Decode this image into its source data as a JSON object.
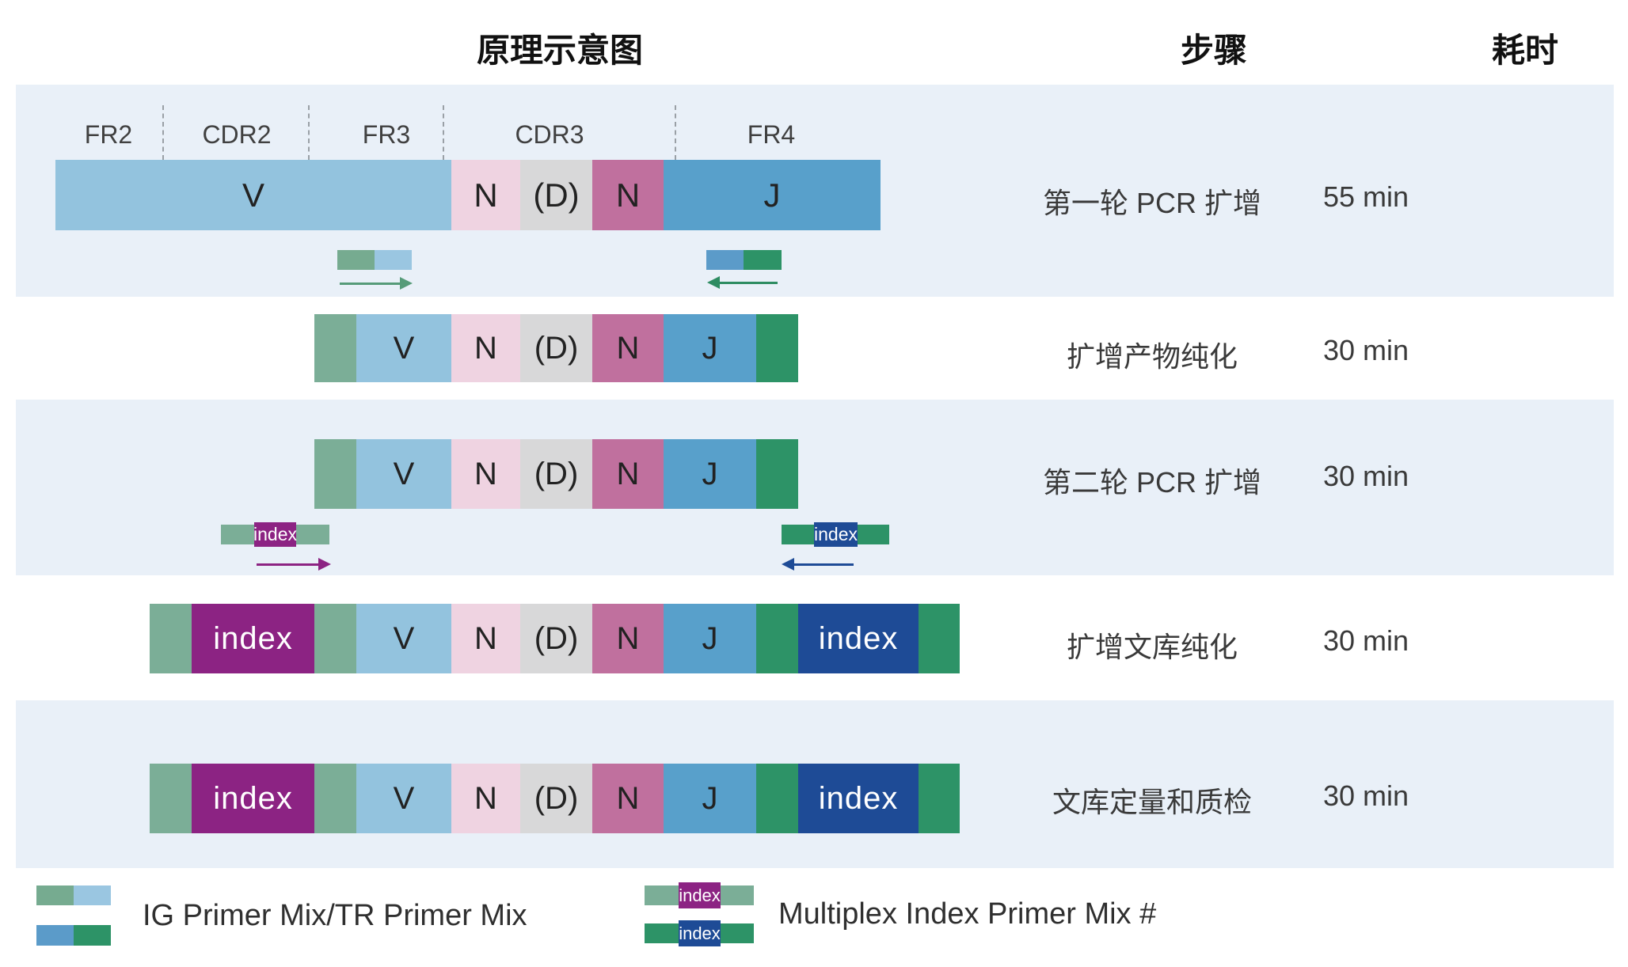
{
  "header": {
    "schematic": "原理示意图",
    "step": "步骤",
    "time": "耗时"
  },
  "region_labels": [
    "FR2",
    "CDR2",
    "FR3",
    "CDR3",
    "FR4"
  ],
  "letters": {
    "v": "V",
    "n": "N",
    "d": "(D)",
    "j": "J"
  },
  "index_label": "index",
  "rows": [
    {
      "step": "第一轮 PCR 扩增",
      "time": "55 min"
    },
    {
      "step": "扩增产物纯化",
      "time": "30 min"
    },
    {
      "step": "第二轮 PCR 扩增",
      "time": "30 min"
    },
    {
      "step": "扩增文库纯化",
      "time": "30 min"
    },
    {
      "step": "文库定量和质检",
      "time": "30 min"
    }
  ],
  "legend": [
    {
      "label": "IG Primer Mix/TR Primer Mix"
    },
    {
      "label": "Multiplex Index Primer Mix #",
      "index_label": "index"
    }
  ],
  "colors": {
    "band_background": "#E9F0F8",
    "v_segment": "#93C3DE",
    "n_light_segment": "#EFD3E1",
    "d_segment": "#D8D8D9",
    "n_dark_segment": "#C0709E",
    "j_segment": "#58A0CB",
    "sage_green": "#7BAE97",
    "dark_green": "#2D9367",
    "index_purple": "#8C2383",
    "index_navy": "#1E4B96",
    "primer_blue": "#5B9BC9",
    "primer_light_blue": "#9AC6E1",
    "forward_arrow_green": "#569B79",
    "reverse_arrow_green": "#2E8C62"
  }
}
